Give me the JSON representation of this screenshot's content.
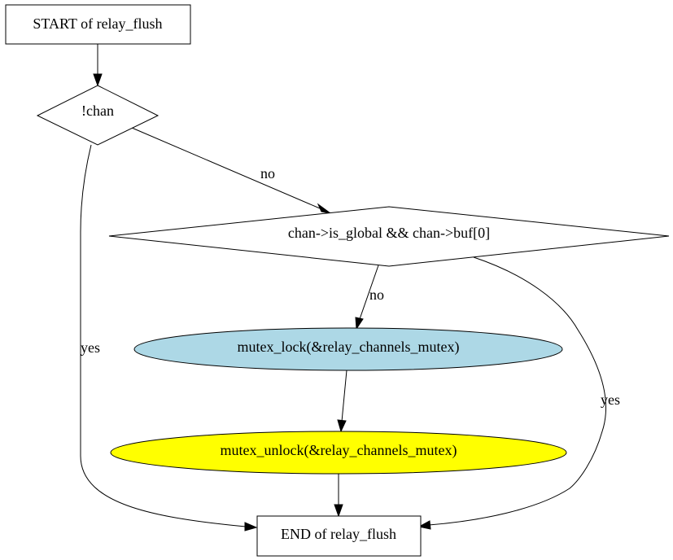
{
  "nodes": {
    "start": {
      "label": "START of relay_flush",
      "fill": "#ffffff"
    },
    "check_chan": {
      "label": "!chan",
      "fill": "#ffffff"
    },
    "check_global": {
      "label": "chan->is_global && chan->buf[0]",
      "fill": "#ffffff"
    },
    "lock": {
      "label": "mutex_lock(&relay_channels_mutex)",
      "fill": "#add8e6"
    },
    "unlock": {
      "label": "mutex_unlock(&relay_channels_mutex)",
      "fill": "#ffff00"
    },
    "end": {
      "label": "END of relay_flush",
      "fill": "#ffffff"
    }
  },
  "edges": {
    "chan_no": {
      "label": "no"
    },
    "chan_yes": {
      "label": "yes"
    },
    "global_no": {
      "label": "no"
    },
    "global_yes": {
      "label": "yes"
    }
  }
}
